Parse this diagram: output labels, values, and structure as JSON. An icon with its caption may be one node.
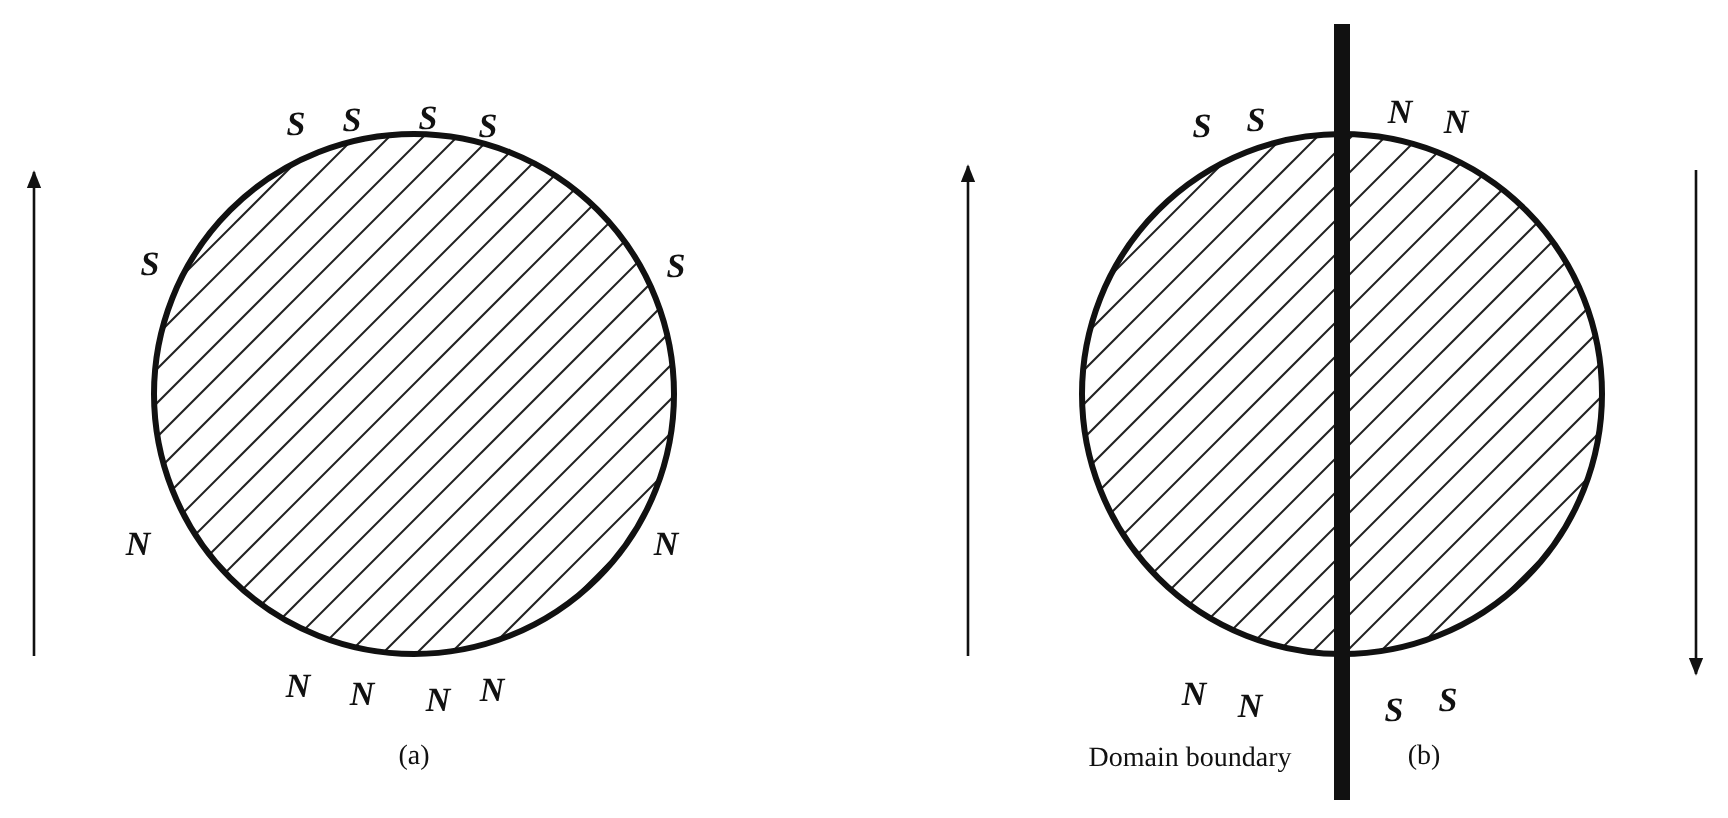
{
  "diagram": {
    "labels": [
      "S",
      "S",
      "S",
      "S",
      "S",
      "S",
      "N",
      "N",
      "N",
      "N",
      "N",
      "N",
      "(a)",
      "S",
      "S",
      "N",
      "N",
      "N",
      "N",
      "S",
      "S",
      "Domain boundary",
      "(b)"
    ]
  }
}
